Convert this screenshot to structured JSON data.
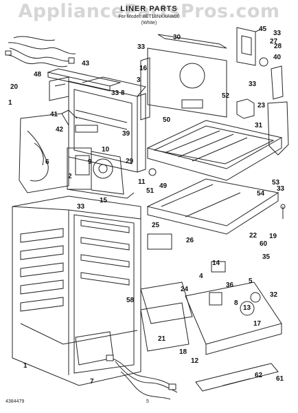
{
  "watermark": "AppliancePartsPros.com",
  "header": {
    "title": "LINER PARTS",
    "model": "For Model: 8ET18NKXAW00",
    "color": "(White)"
  },
  "footer": {
    "doc_number": "4384479",
    "page_number": "5"
  },
  "callouts": [
    "1",
    "1",
    "2",
    "3",
    "4",
    "5",
    "6",
    "7",
    "8",
    "8",
    "9",
    "10",
    "11",
    "12",
    "13",
    "14",
    "15",
    "16",
    "17",
    "18",
    "19",
    "20",
    "21",
    "22",
    "23",
    "24",
    "25",
    "26",
    "27",
    "28",
    "29",
    "30",
    "31",
    "32",
    "33",
    "33",
    "33",
    "33",
    "33",
    "33",
    "35",
    "36",
    "39",
    "40",
    "41",
    "42",
    "43",
    "45",
    "48",
    "49",
    "50",
    "51",
    "52",
    "53",
    "54",
    "58",
    "60",
    "61",
    "62"
  ]
}
